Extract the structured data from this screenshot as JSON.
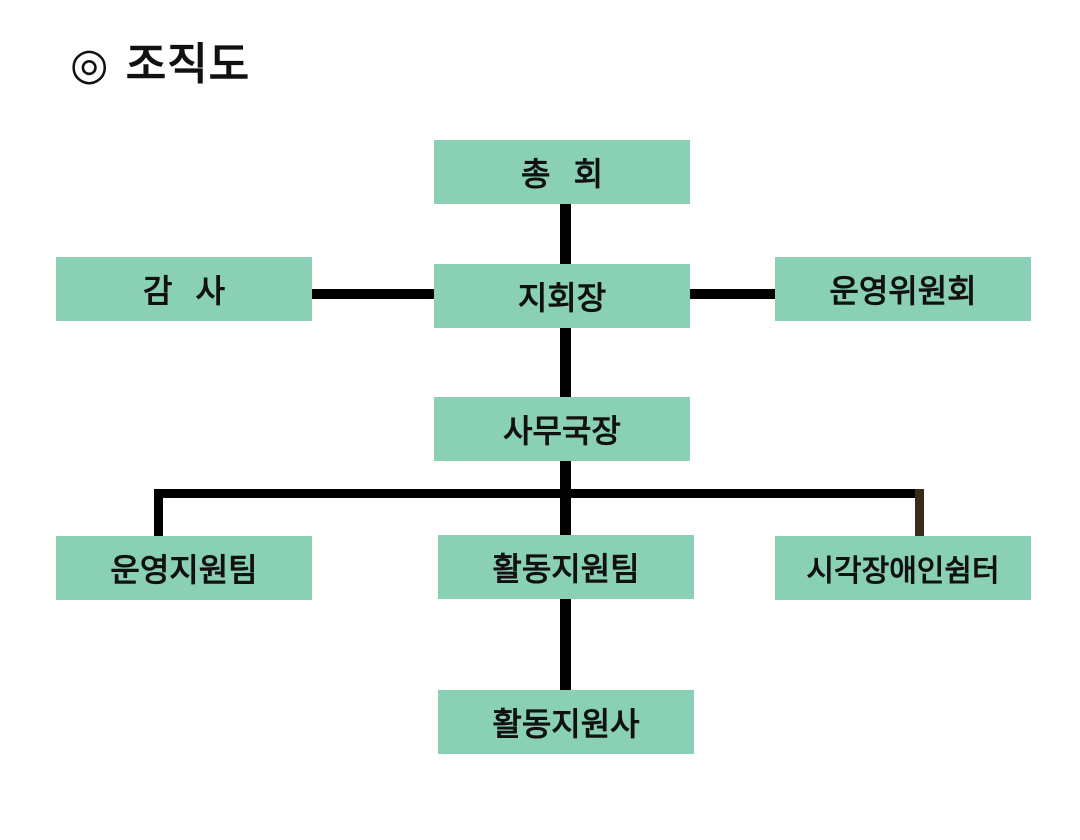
{
  "title": "◎ 조직도",
  "nodes": {
    "general_assembly": "총 회",
    "auditor": "감 사",
    "branch_head": "지회장",
    "steering_committee": "운영위원회",
    "secretary_general": "사무국장",
    "operations_team": "운영지원팀",
    "activity_team": "활동지원팀",
    "shelter": "시각장애인쉼터",
    "activity_supporter": "활동지원사"
  },
  "colors": {
    "box_fill": "#8ad0b5",
    "connector": "#000000",
    "text": "#111111"
  }
}
